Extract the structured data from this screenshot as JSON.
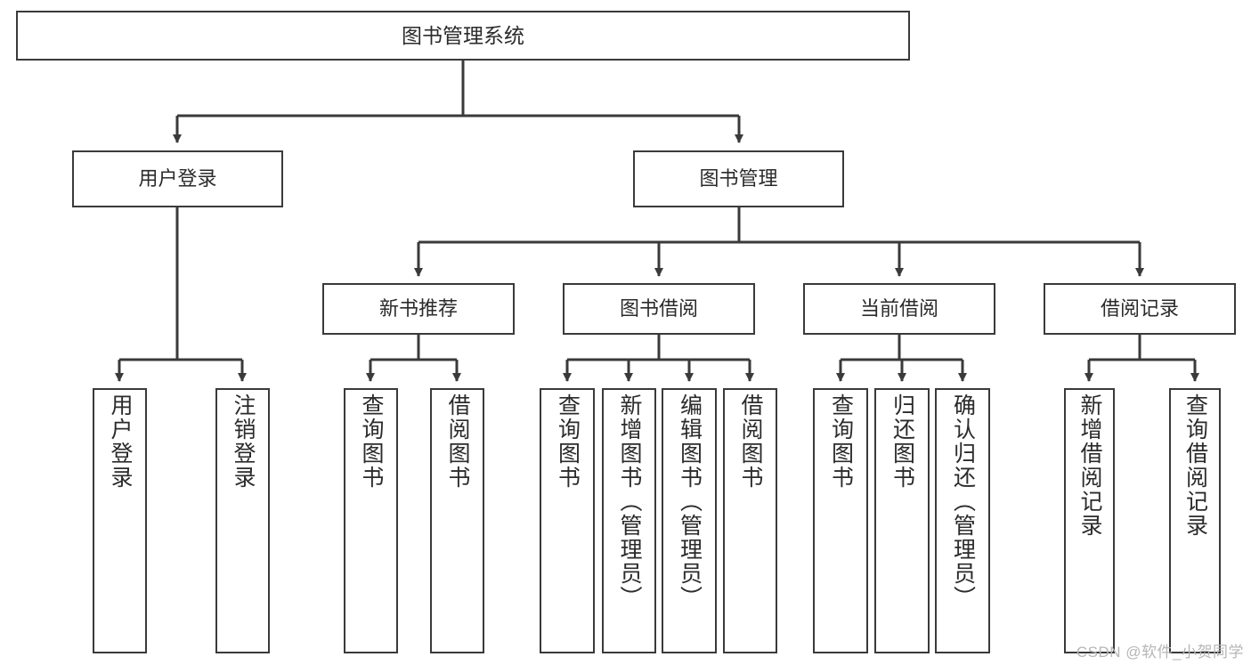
{
  "diagram": {
    "title_node": {
      "id": "root",
      "label": "图书管理系统"
    },
    "level2": [
      {
        "id": "user-login",
        "label": "用户登录"
      },
      {
        "id": "book-management",
        "label": "图书管理"
      }
    ],
    "level3": [
      {
        "id": "new-book-recommend",
        "label": "新书推荐"
      },
      {
        "id": "book-borrow",
        "label": "图书借阅"
      },
      {
        "id": "current-borrow",
        "label": "当前借阅"
      },
      {
        "id": "borrow-record",
        "label": "借阅记录"
      }
    ],
    "leaves": [
      {
        "id": "leaf-user-login",
        "label": "用户登录",
        "parent": "user-login"
      },
      {
        "id": "leaf-logout-login",
        "label": "注销登录",
        "parent": "user-login"
      },
      {
        "id": "leaf-query-book-1",
        "label": "查询图书",
        "parent": "new-book-recommend"
      },
      {
        "id": "leaf-borrow-book-1",
        "label": "借阅图书",
        "parent": "new-book-recommend"
      },
      {
        "id": "leaf-query-book-2",
        "label": "查询图书",
        "parent": "book-borrow"
      },
      {
        "id": "leaf-add-book",
        "label": "新增图书（管理员）",
        "parent": "book-borrow"
      },
      {
        "id": "leaf-edit-book",
        "label": "编辑图书（管理员）",
        "parent": "book-borrow"
      },
      {
        "id": "leaf-borrow-book-2",
        "label": "借阅图书",
        "parent": "book-borrow"
      },
      {
        "id": "leaf-query-book-3",
        "label": "查询图书",
        "parent": "current-borrow"
      },
      {
        "id": "leaf-return-book",
        "label": "归还图书",
        "parent": "current-borrow"
      },
      {
        "id": "leaf-confirm-return",
        "label": "确认归还（管理员）",
        "parent": "current-borrow"
      },
      {
        "id": "leaf-add-record",
        "label": "新增借阅记录",
        "parent": "borrow-record"
      },
      {
        "id": "leaf-query-record",
        "label": "查询借阅记录",
        "parent": "borrow-record"
      }
    ],
    "watermark": "CSDN @软件_小贺同学",
    "colors": {
      "stroke": "#3a3a3a",
      "text": "#2b2b2b",
      "background": "#ffffff",
      "watermark": "#b6b6b6"
    }
  }
}
